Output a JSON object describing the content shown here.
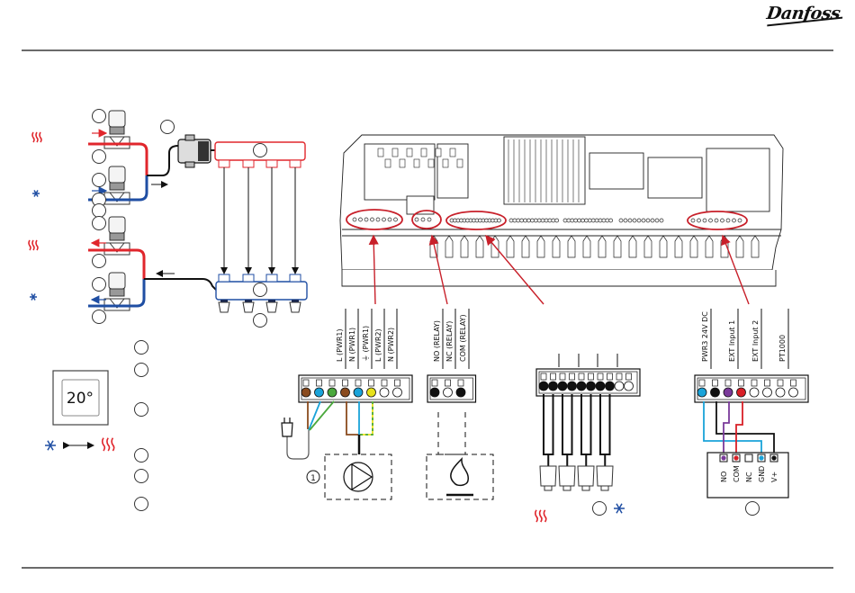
{
  "header": {
    "brand": "Danfoss"
  },
  "colors": {
    "heat": "#e0262c",
    "cool": "#1f4ea3",
    "wire_brown": "#8a4b1e",
    "wire_blue": "#1aa3d9",
    "wire_green": "#4aa83c",
    "wire_yellow": "#e7e11b",
    "wire_black": "#111111",
    "wire_purple": "#7a3a9a",
    "wire_red": "#d81f26",
    "highlight": "#c8202a"
  },
  "legend_left": {
    "heat_icon": "heat-waves-icon",
    "cool_icon": "snowflake-icon",
    "thermostat_display": "20°",
    "changeover_arrow": "double-arrow-icon"
  },
  "terminals": {
    "power": {
      "labels": [
        "L (PWR1)",
        "N (PWR1)",
        "⏚ (PWR1)",
        "L (PWR2)",
        "N (PWR2)"
      ],
      "pins": [
        "brown",
        "blue",
        "green",
        "brown",
        "blue",
        "yellow",
        "empty",
        "empty"
      ]
    },
    "relay": {
      "labels": [
        "NO (RELAY)",
        "NC (RELAY)",
        "COM (RELAY)"
      ],
      "pins": [
        "black",
        "empty",
        "black"
      ]
    },
    "actuators": {
      "pins": [
        "black",
        "black",
        "black",
        "black",
        "black",
        "black",
        "black",
        "black",
        "empty",
        "empty"
      ]
    },
    "inputs": {
      "labels": [
        "PWR3 24V DC",
        "EXT Input 1",
        "EXT Input 2",
        "PT1000"
      ],
      "pins": [
        "blue",
        "black",
        "purple",
        "red",
        "empty",
        "empty",
        "empty",
        "empty"
      ]
    }
  },
  "device_box": {
    "pins": [
      "NO",
      "COM",
      "NC",
      "GND",
      "V+"
    ]
  },
  "pump": {
    "callout": "1"
  }
}
